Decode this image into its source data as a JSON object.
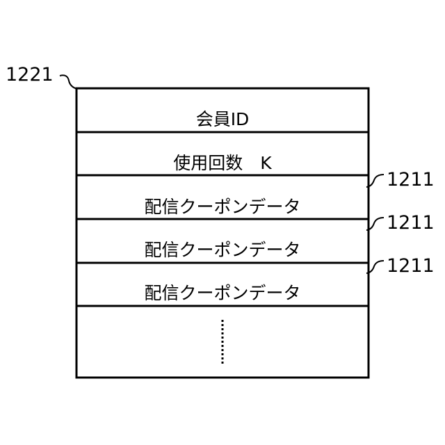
{
  "record": {
    "ref_label": "1221",
    "fields": {
      "member_id": "会員ID",
      "usage_count": "使用回数　K",
      "coupon_1": "配信クーポンデータ",
      "coupon_2": "配信クーポンデータ",
      "coupon_3": "配信クーポンデータ"
    }
  },
  "coupon_refs": [
    "1211",
    "1211",
    "1211"
  ]
}
